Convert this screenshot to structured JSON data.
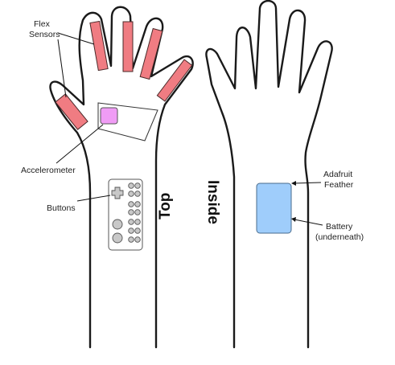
{
  "labels": {
    "flex_sensors_1": "Flex",
    "flex_sensors_2": "Sensors",
    "accelerometer": "Accelerometer",
    "buttons": "Buttons",
    "top": "Top",
    "inside": "Inside",
    "feather_1": "Adafruit",
    "feather_2": "Feather",
    "battery_1": "Battery",
    "battery_2": "(underneath)"
  },
  "colors": {
    "flex_sensor": "#f07c82",
    "accelerometer": "#f09cf5",
    "feather_board": "#9fcdfb",
    "button_fill": "#c8c8c8",
    "outline": "#1a1a1a"
  },
  "icons": {
    "dpad": "d-pad-icon"
  }
}
